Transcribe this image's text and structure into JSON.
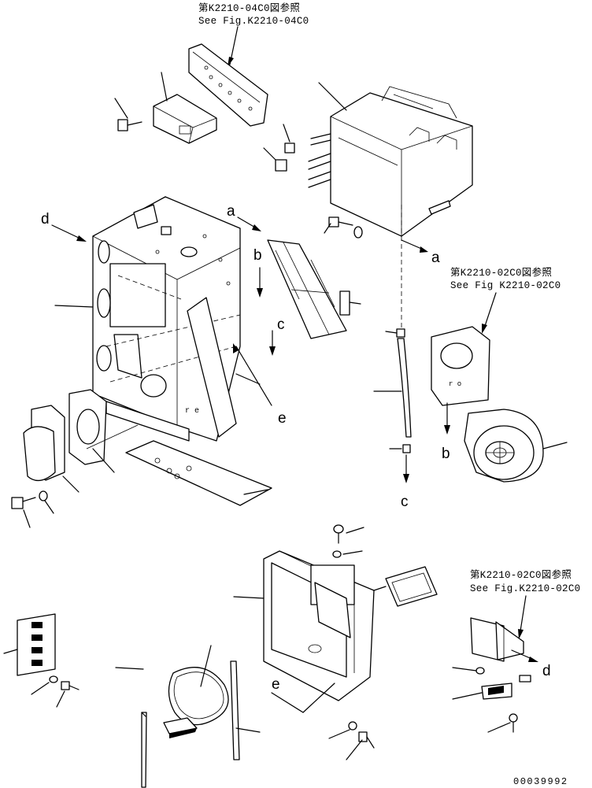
{
  "references": {
    "top": {
      "ja": "第K2210-04C0図参照",
      "en": "See Fig.K2210-04C0"
    },
    "right_mid": {
      "ja": "第K2210-02C0図参照",
      "en": "See Fig K2210-02C0"
    },
    "right_bottom": {
      "ja": "第K2210-02C0図参照",
      "en": "See Fig.K2210-02C0"
    }
  },
  "letters": {
    "a": "a",
    "b": "b",
    "c": "c",
    "d": "d",
    "e": "e"
  },
  "drawing_code": "00039992"
}
